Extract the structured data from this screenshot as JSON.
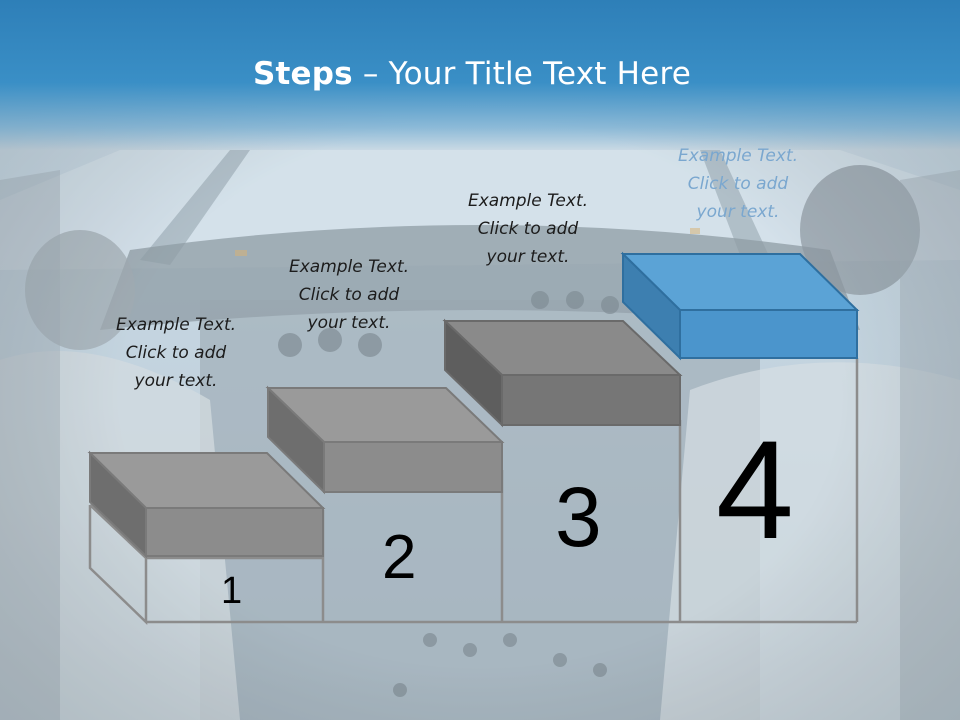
{
  "title": {
    "bold": "Steps",
    "rest": " – Your Title Text Here"
  },
  "steps": [
    {
      "number": "1",
      "lines": [
        "Example Text.",
        "Click  to add",
        "your text."
      ]
    },
    {
      "number": "2",
      "lines": [
        "Example Text.",
        "Click  to add",
        "your text."
      ]
    },
    {
      "number": "3",
      "lines": [
        "Example Text.",
        "Click  to add",
        "your text."
      ]
    },
    {
      "number": "4",
      "lines": [
        "Example Text.",
        "Click  to add",
        "your text."
      ]
    }
  ],
  "colors": {
    "title_band": "#3a8fc6",
    "highlight_box": "#5ba3d6",
    "gray_box": "#8a8a8a"
  }
}
